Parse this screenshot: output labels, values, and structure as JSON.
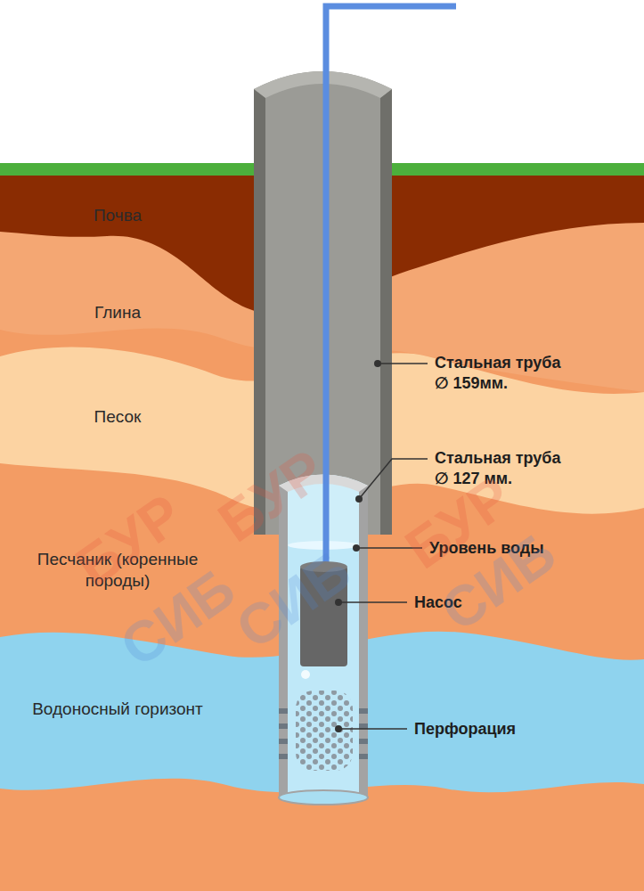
{
  "diagram": {
    "labels": [
      "Почва",
      "Глина",
      "Песок",
      "Стальная труба ∅ 159мм.",
      "Стальная труба ∅ 127 мм.",
      "Уровень воды",
      "Песчаник (коренные породы)",
      "Насос",
      "Водоносный горизонт",
      "Перфорация",
      "БУР",
      "СИБ",
      "БУР",
      "СИБ",
      "БУР",
      "СИБ"
    ]
  }
}
